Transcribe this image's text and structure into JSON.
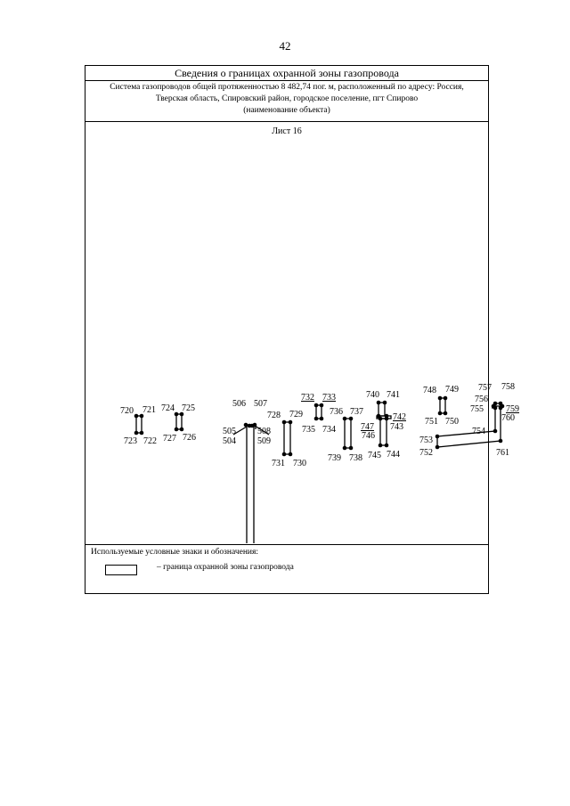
{
  "page_number": "42",
  "header": {
    "title": "Сведения о границах охранной зоны газопровода",
    "object_line1": "Система газопроводов общей протяженностью 8 482,74 пог. м, расположенный по адресу: Россия,",
    "object_line2": "Тверская область, Спировский район, городское поселение, пгт Спирово",
    "object_caption": "(наименование объекта)"
  },
  "sheet_label": "Лист 16",
  "legend": {
    "title": "Используемые условные знаки и обозначения:",
    "item": "–  граница охранной зоны газопровода"
  },
  "points": {
    "p720": "720",
    "p721": "721",
    "p722": "722",
    "p723": "723",
    "p724": "724",
    "p725": "725",
    "p726": "726",
    "p727": "727",
    "p504": "504",
    "p505": "505",
    "p506": "506",
    "p507": "507",
    "p508": "508",
    "p509": "509",
    "p728": "728",
    "p729": "729",
    "p730": "730",
    "p731": "731",
    "p732": "732",
    "p733": "733",
    "p734": "734",
    "p735": "735",
    "p736": "736",
    "p737": "737",
    "p738": "738",
    "p739": "739",
    "p740": "740",
    "p741": "741",
    "p742": "742",
    "p743": "743",
    "p744": "744",
    "p745": "745",
    "p746": "746",
    "p747": "747",
    "p748": "748",
    "p749": "749",
    "p750": "750",
    "p751": "751",
    "p752": "752",
    "p753": "753",
    "p754": "754",
    "p755": "755",
    "p756": "756",
    "p757": "757",
    "p758": "758",
    "p759": "759",
    "p760": "760",
    "p761": "761"
  }
}
